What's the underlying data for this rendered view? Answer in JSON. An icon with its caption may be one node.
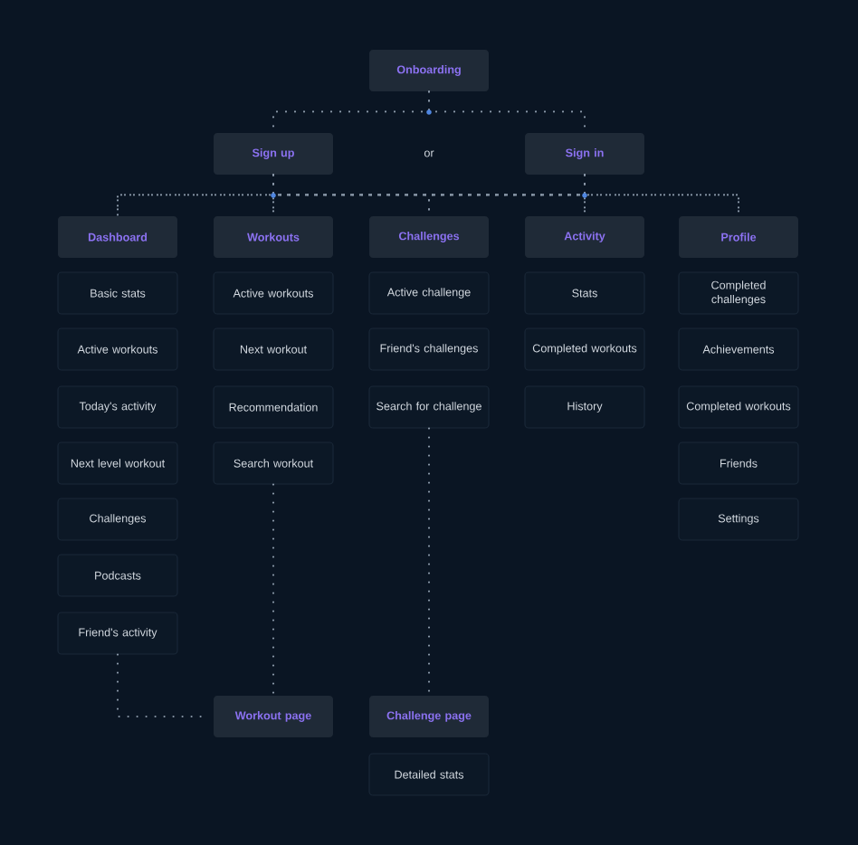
{
  "diagram": {
    "nodes": [
      {
        "text": [
          "Onboarding"
        ]
      },
      {
        "text": [
          "Sign up"
        ]
      },
      {
        "text": [
          "Sign in"
        ]
      },
      {
        "text": [
          "Dashboard"
        ]
      },
      {
        "text": [
          "Workouts"
        ]
      },
      {
        "text": [
          "Challenges"
        ]
      },
      {
        "text": [
          "Activity"
        ]
      },
      {
        "text": [
          "Profile"
        ]
      },
      {
        "text": [
          "Basic stats"
        ]
      },
      {
        "text": [
          "Active workouts"
        ]
      },
      {
        "text": [
          "Today's activity"
        ]
      },
      {
        "text": [
          "Next level workout"
        ]
      },
      {
        "text": [
          "Challenges"
        ]
      },
      {
        "text": [
          "Podcasts"
        ]
      },
      {
        "text": [
          "Friend's activity"
        ]
      },
      {
        "text": [
          "Active workouts"
        ]
      },
      {
        "text": [
          "Next workout"
        ]
      },
      {
        "text": [
          "Recommendation"
        ]
      },
      {
        "text": [
          "Search workout"
        ]
      },
      {
        "text": [
          "Active challenge"
        ]
      },
      {
        "text": [
          "Friend's challenges"
        ]
      },
      {
        "text": [
          "Search for challenge"
        ]
      },
      {
        "text": [
          "Stats"
        ]
      },
      {
        "text": [
          "Completed workouts"
        ]
      },
      {
        "text": [
          "History"
        ]
      },
      {
        "text": [
          "Completed challenges"
        ]
      },
      {
        "text": [
          "Achievements"
        ]
      },
      {
        "text": [
          "Completed workouts"
        ]
      },
      {
        "text": [
          "Friends"
        ]
      },
      {
        "text": [
          "Settings"
        ]
      },
      {
        "text": [
          "Workout page"
        ]
      },
      {
        "text": [
          "Challenge page"
        ]
      },
      {
        "text": [
          "Detailed stats"
        ]
      }
    ],
    "edges": [
      {
        "from": 0,
        "to": 1,
        "arrow": "none"
      },
      {
        "from": 0,
        "to": 2,
        "arrow": "none"
      },
      {
        "from": 1,
        "to": 3,
        "arrow": "none"
      },
      {
        "from": 1,
        "to": 4,
        "arrow": "none"
      },
      {
        "from": 1,
        "to": 5,
        "arrow": "none"
      },
      {
        "from": 1,
        "to": 6,
        "arrow": "none"
      },
      {
        "from": 1,
        "to": 7,
        "arrow": "none"
      },
      {
        "from": 2,
        "to": 3,
        "arrow": "none"
      },
      {
        "from": 2,
        "to": 4,
        "arrow": "none"
      },
      {
        "from": 2,
        "to": 5,
        "arrow": "none"
      },
      {
        "from": 2,
        "to": 6,
        "arrow": "none"
      },
      {
        "from": 2,
        "to": 7,
        "arrow": "none"
      },
      {
        "from": 18,
        "to": 30,
        "arrow": "none"
      },
      {
        "from": 14,
        "to": 30,
        "arrow": "none"
      },
      {
        "from": 21,
        "to": 31,
        "arrow": "none"
      }
    ],
    "labels": [
      "or"
    ]
  }
}
